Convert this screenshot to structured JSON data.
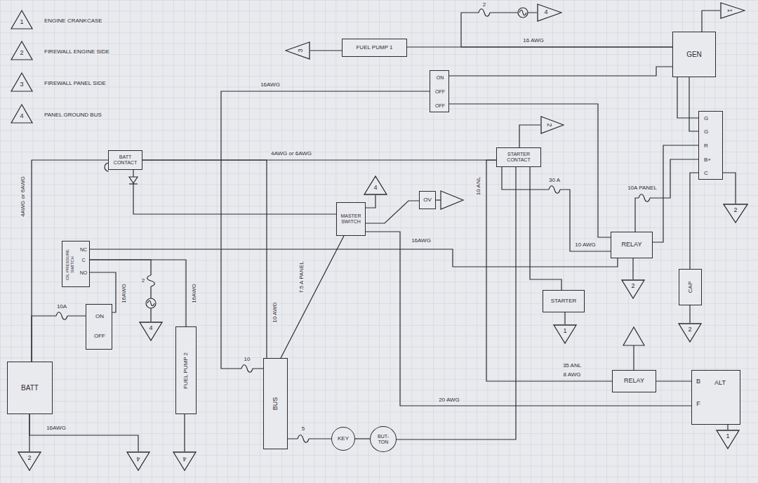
{
  "diagram": {
    "nodes": [
      {
        "text": [
          "4"
        ]
      },
      {
        "text": [
          "1"
        ]
      },
      {
        "text": [
          "3"
        ]
      },
      {
        "text": [
          "FUEL PUMP 1"
        ]
      },
      {
        "text": [
          "GEN"
        ]
      },
      {
        "text": [
          "ON",
          "OFF",
          "OFF"
        ]
      },
      {
        "text": [
          "2"
        ]
      },
      {
        "text": [
          "G",
          "G",
          "R",
          "B+",
          "C"
        ]
      },
      {
        "text": [
          "BATT CONTACT"
        ]
      },
      {
        "text": [
          "STARTER CONTACT"
        ]
      },
      {
        "text": [
          "4"
        ]
      },
      {
        "text": [
          "OV"
        ]
      },
      {
        "text": [
          "MASTER SWITCH"
        ]
      },
      {
        "text": [
          "2"
        ]
      },
      {
        "text": [
          "RELAY"
        ]
      },
      {
        "text": [
          "OIL PRESSURE SWITCH",
          "NC",
          "C",
          "NO"
        ]
      },
      {
        "text": [
          "2"
        ]
      },
      {
        "text": [
          "CAP"
        ]
      },
      {
        "text": [
          "STARTER"
        ]
      },
      {
        "text": [
          "ON",
          "OFF"
        ]
      },
      {
        "text": [
          "4"
        ]
      },
      {
        "text": [
          "2"
        ]
      },
      {
        "text": [
          "1"
        ]
      },
      {
        "text": [
          "FUEL PUMP 2"
        ]
      },
      {
        "text": [
          "BATT"
        ]
      },
      {
        "text": [
          "BUS"
        ]
      },
      {
        "text": [
          "RELAY"
        ]
      },
      {
        "text": [
          "ALT",
          "B",
          "F"
        ]
      },
      {
        "text": [
          "KEY"
        ]
      },
      {
        "text": [
          "BUT- TON"
        ]
      },
      {
        "text": [
          "1"
        ]
      },
      {
        "text": [
          "2"
        ]
      },
      {
        "text": [
          "4"
        ]
      },
      {
        "text": [
          "4"
        ]
      }
    ],
    "edges": [
      {
        "from": 24,
        "to": 8,
        "arrow": "none",
        "label": "4AWG or 6AWG"
      },
      {
        "from": 8,
        "to": 9,
        "arrow": "none",
        "label": "4AWG or 6AWG"
      },
      {
        "from": 24,
        "to": 19,
        "arrow": "none"
      },
      {
        "from": 19,
        "to": 15,
        "arrow": "none",
        "label": "16AWG"
      },
      {
        "from": 15,
        "to": 20,
        "arrow": "none"
      },
      {
        "from": 15,
        "to": 23,
        "arrow": "none",
        "label": "16AWG"
      },
      {
        "from": 15,
        "to": 14,
        "arrow": "none",
        "label": "16AWG"
      },
      {
        "from": 14,
        "to": 16,
        "arrow": "none"
      },
      {
        "from": 23,
        "to": 33,
        "arrow": "none"
      },
      {
        "from": 24,
        "to": 31,
        "arrow": "none"
      },
      {
        "from": 24,
        "to": 32,
        "arrow": "none",
        "label": "16AWG"
      },
      {
        "from": 8,
        "to": 12,
        "arrow": "none"
      },
      {
        "from": 9,
        "to": 6,
        "arrow": "none"
      },
      {
        "from": 8,
        "to": 25,
        "arrow": "none",
        "label": "10 AWG"
      },
      {
        "from": 12,
        "to": 25,
        "arrow": "none"
      },
      {
        "from": 12,
        "to": 10,
        "arrow": "none"
      },
      {
        "from": 12,
        "to": 11,
        "arrow": "none"
      },
      {
        "from": 12,
        "to": 27,
        "arrow": "none",
        "label": "20 AWG"
      },
      {
        "from": 5,
        "to": 25,
        "arrow": "none",
        "label": "16AWG"
      },
      {
        "from": 5,
        "to": 14,
        "arrow": "none"
      },
      {
        "from": 9,
        "to": 14,
        "arrow": "none",
        "label": "10 AWG"
      },
      {
        "from": 9,
        "to": 18,
        "arrow": "none"
      },
      {
        "from": 18,
        "to": 22,
        "arrow": "none"
      },
      {
        "from": 25,
        "to": 28,
        "arrow": "none"
      },
      {
        "from": 28,
        "to": 29,
        "arrow": "none"
      },
      {
        "from": 29,
        "to": 9,
        "arrow": "none"
      },
      {
        "from": 9,
        "to": 26,
        "arrow": "none",
        "label": "8 AWG"
      },
      {
        "from": 26,
        "to": 27,
        "arrow": "none"
      },
      {
        "from": 27,
        "to": 30,
        "arrow": "none"
      },
      {
        "from": 3,
        "to": 2,
        "arrow": "none"
      },
      {
        "from": 3,
        "to": 4,
        "arrow": "none",
        "label": "16 AWG"
      },
      {
        "from": 4,
        "to": 0,
        "arrow": "none"
      },
      {
        "from": 4,
        "to": 1,
        "arrow": "none"
      },
      {
        "from": 4,
        "to": 7,
        "arrow": "none"
      },
      {
        "from": 4,
        "to": 7,
        "arrow": "none"
      },
      {
        "from": 7,
        "to": 14,
        "arrow": "none"
      },
      {
        "from": 7,
        "to": 14,
        "arrow": "none"
      },
      {
        "from": 7,
        "to": 17,
        "arrow": "none"
      },
      {
        "from": 17,
        "to": 21,
        "arrow": "none"
      },
      {
        "from": 7,
        "to": 13,
        "arrow": "none"
      },
      {
        "from": 5,
        "to": 4,
        "arrow": "none"
      }
    ],
    "labels": [
      "1",
      "2",
      "3",
      "4",
      "2",
      "10A",
      "2",
      "10",
      "7.5 A PANEL",
      "5",
      "10 ANL",
      "30 A",
      "10A PANEL",
      "35 ANL"
    ],
    "legend": [
      {
        "text": "ENGINE CRANKCASE"
      },
      {
        "text": "FIREWALL ENGINE SIDE"
      },
      {
        "text": "FIREWALL PANEL SIDE"
      },
      {
        "text": "PANEL GROUND BUS"
      }
    ]
  }
}
